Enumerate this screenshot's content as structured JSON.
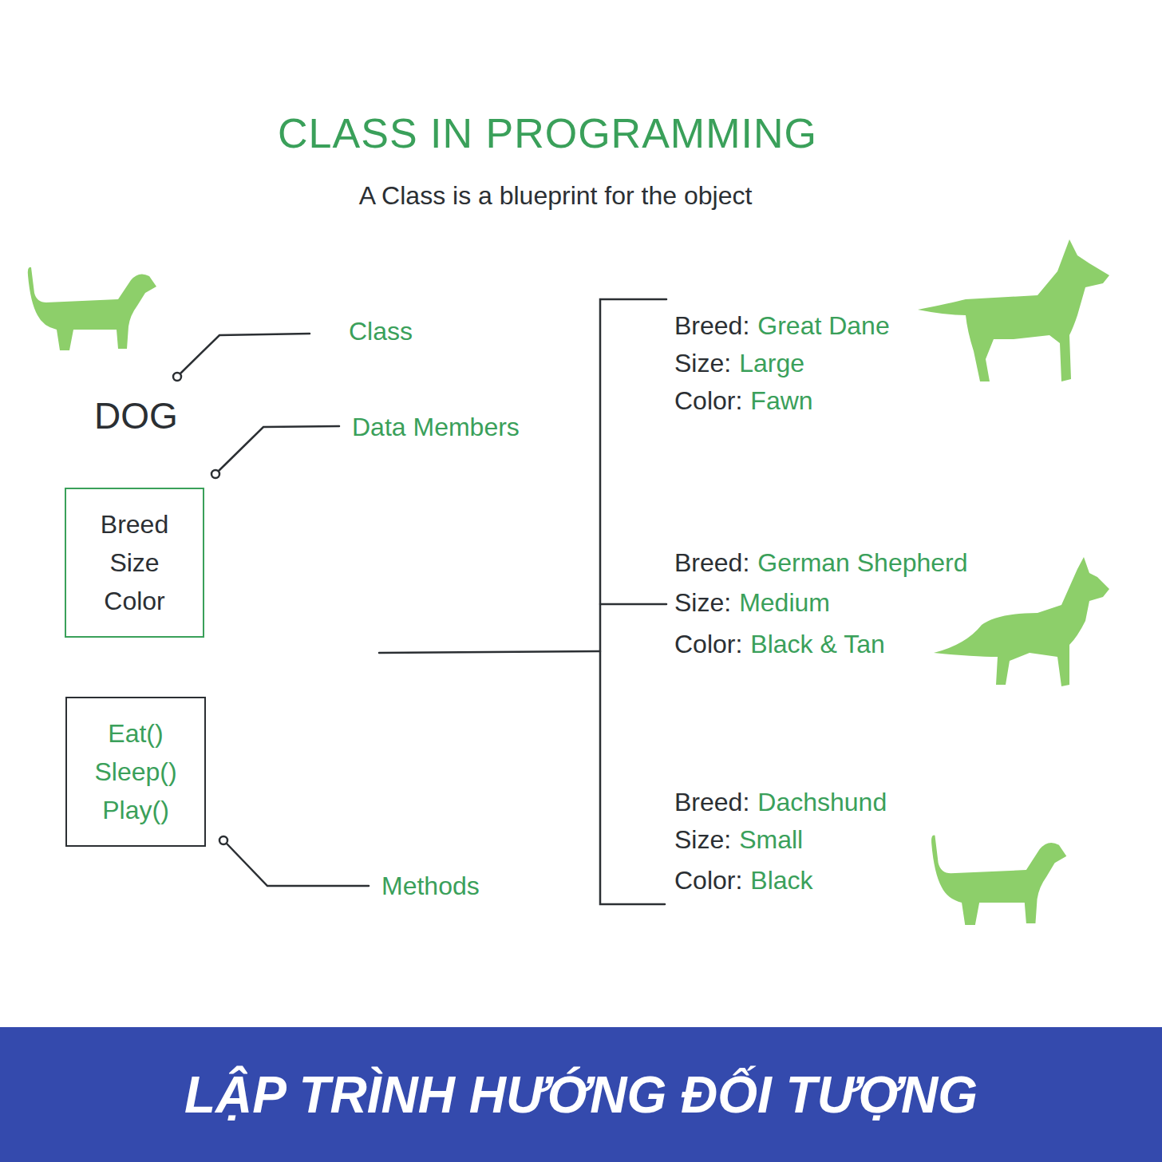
{
  "diagram": {
    "title": "CLASS IN PROGRAMMING",
    "nodes": [
      {
        "text": [
          "Breed",
          "Size",
          "Color"
        ]
      },
      {
        "text": [
          "Eat()",
          "Sleep()",
          "Play()"
        ]
      },
      {
        "text": [
          "LẬP TRÌNH HƯỚNG ĐỐI TƯỢNG"
        ]
      }
    ],
    "labels": [
      "A Class is a blueprint for the object",
      "DOG",
      "Class",
      "Data Members",
      "Methods",
      "Breed:",
      "Great Dane",
      "Size:",
      "Large",
      "Color:",
      "Fawn",
      "Breed:",
      "German Shepherd",
      "Size:",
      "Medium",
      "Color:",
      "Black & Tan",
      "Breed:",
      "Dachshund",
      "Size:",
      "Small",
      "Color:",
      "Black"
    ]
  }
}
